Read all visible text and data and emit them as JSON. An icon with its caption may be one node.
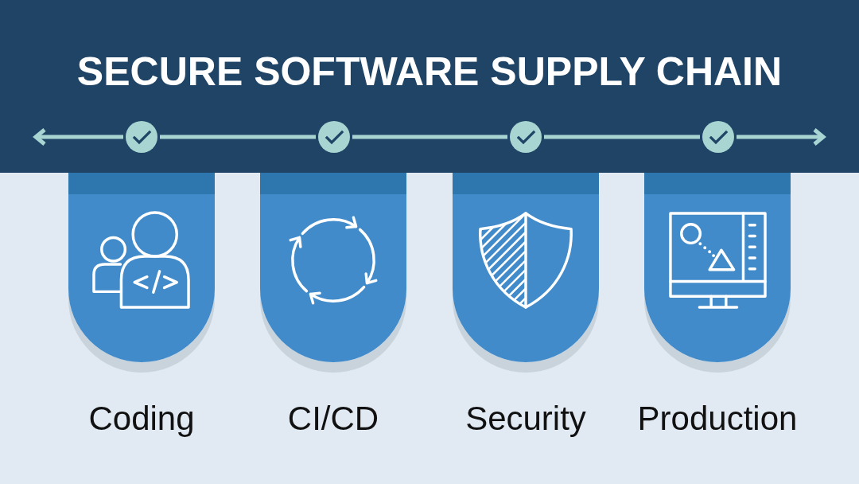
{
  "diagram": {
    "title": "SECURE SOFTWARE SUPPLY CHAIN",
    "nodes": [
      {
        "text": [
          "Coding"
        ]
      },
      {
        "text": [
          "CI/CD"
        ]
      },
      {
        "text": [
          "Security"
        ]
      },
      {
        "text": [
          "Production"
        ]
      },
      {
        "text": [],
        "shape": "circle"
      },
      {
        "text": [],
        "shape": "circle"
      },
      {
        "text": [],
        "shape": "circle"
      },
      {
        "text": [],
        "shape": "circle"
      }
    ],
    "edges": [
      {
        "from": 4,
        "to": null,
        "arrow": "to"
      },
      {
        "from": 4,
        "to": 5,
        "arrow": "none"
      },
      {
        "from": 5,
        "to": 6,
        "arrow": "none"
      },
      {
        "from": 6,
        "to": 7,
        "arrow": "none"
      },
      {
        "from": 7,
        "to": null,
        "arrow": "to"
      }
    ]
  }
}
